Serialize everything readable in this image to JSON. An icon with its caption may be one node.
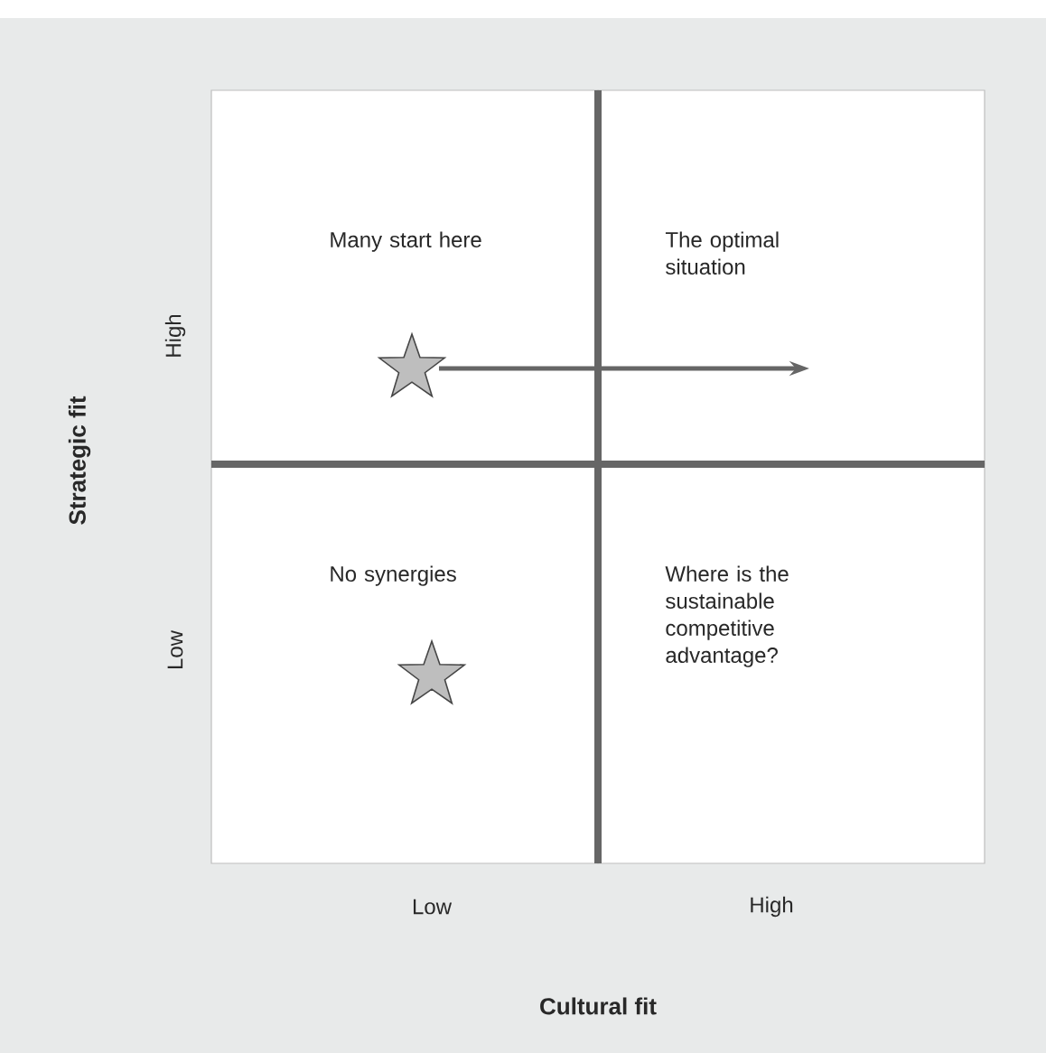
{
  "diagram": {
    "nodes": [
      {
        "text": [
          "Many start here"
        ]
      },
      {
        "text": [],
        "shape": "star",
        "in": 0
      },
      {
        "text": [
          "The optimal situation"
        ]
      },
      {
        "text": [
          "No synergies"
        ]
      },
      {
        "text": [],
        "shape": "star",
        "in": 3
      },
      {
        "text": [
          "Where is the sustainable competitive advantage?"
        ]
      }
    ],
    "edges": [
      {
        "from": 1,
        "to": 2,
        "arrow": "to"
      }
    ],
    "labels": [
      "High",
      "Strategic fit",
      "Low",
      "Low",
      "High",
      "Cultural fit"
    ]
  }
}
